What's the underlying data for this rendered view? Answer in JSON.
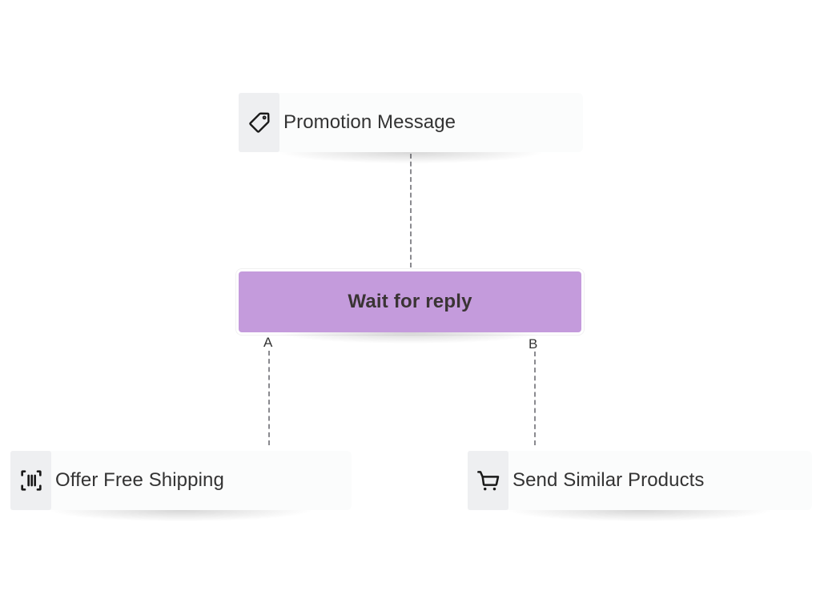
{
  "diagram": {
    "nodes": {
      "promotion": {
        "label": "Promotion Message",
        "icon": "tag-icon"
      },
      "wait": {
        "label": "Wait for reply",
        "color": "#c49bdc"
      },
      "shipping": {
        "label": "Offer Free Shipping",
        "icon": "barcode-scan-icon"
      },
      "similar": {
        "label": "Send Similar Products",
        "icon": "shopping-cart-icon"
      }
    },
    "branches": {
      "a": "A",
      "b": "B"
    },
    "edges": [
      {
        "from": "promotion",
        "to": "wait",
        "style": "dashed"
      },
      {
        "from": "wait",
        "to": "shipping",
        "label": "A",
        "style": "dashed"
      },
      {
        "from": "wait",
        "to": "similar",
        "label": "B",
        "style": "dashed"
      }
    ]
  }
}
